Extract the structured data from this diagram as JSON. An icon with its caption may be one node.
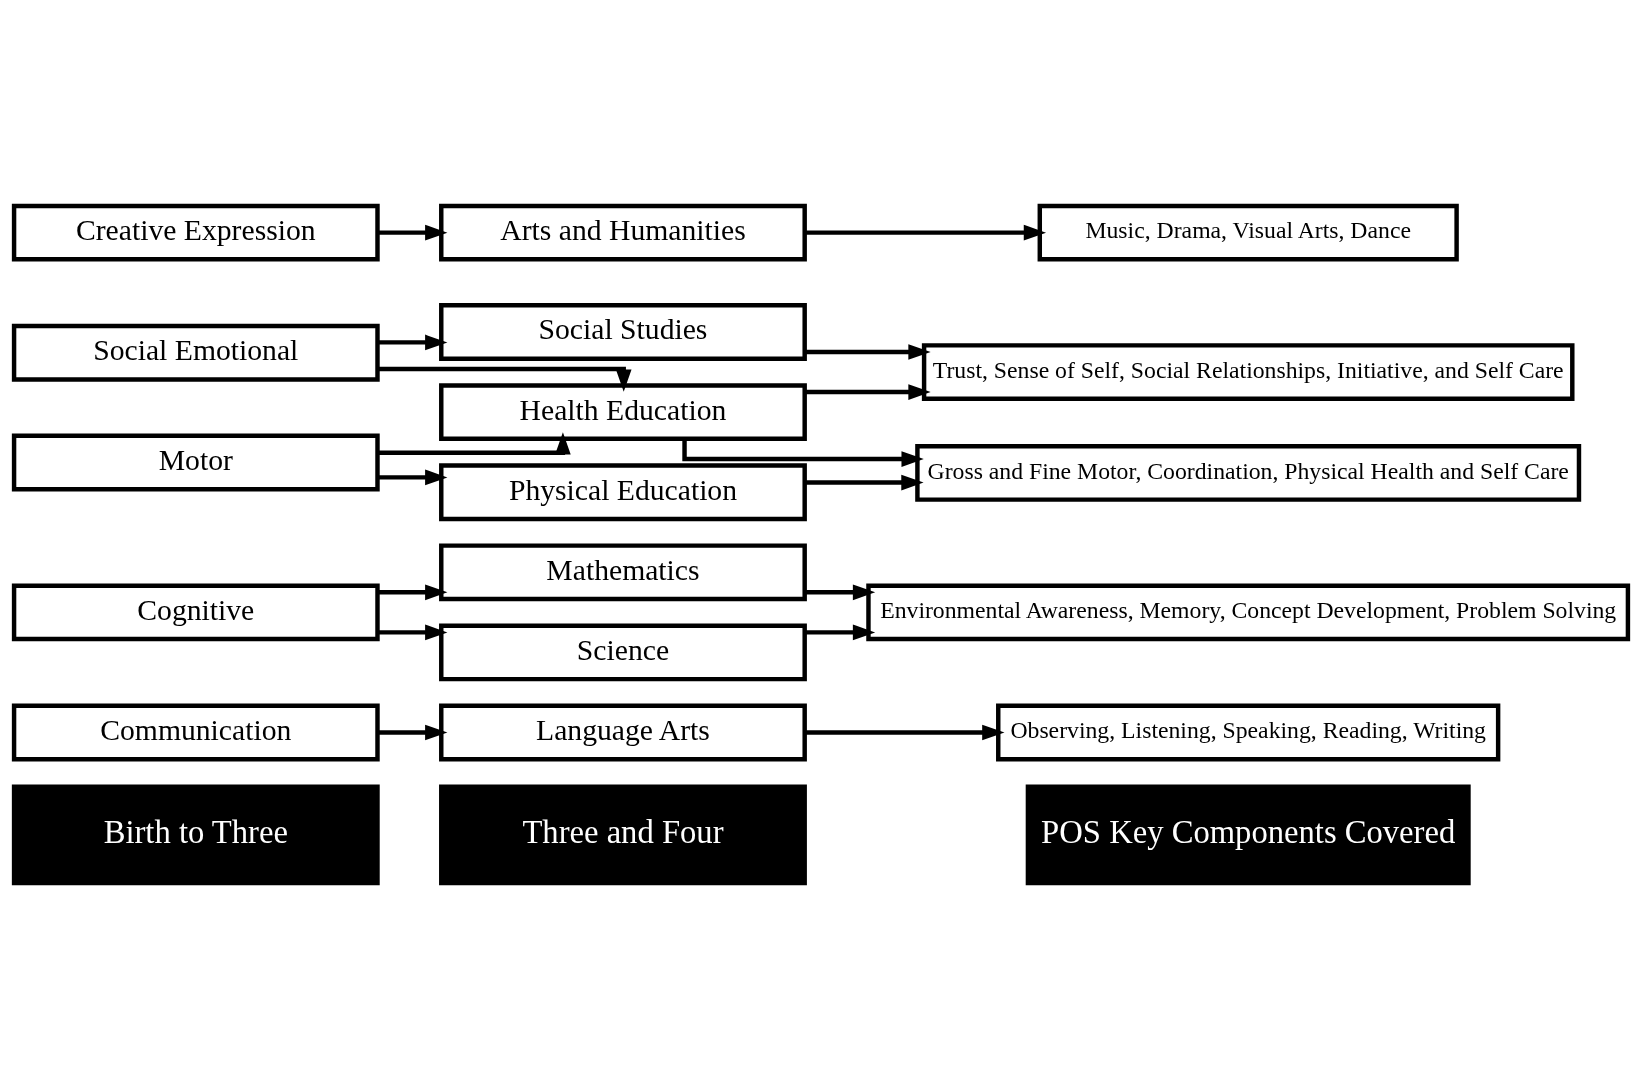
{
  "diagram": {
    "nodes": [
      {
        "text": [
          "Birth to Three"
        ]
      },
      {
        "text": [
          "Three and Four"
        ]
      },
      {
        "text": [
          "POS Key Components Covered"
        ]
      },
      {
        "text": [
          "Communication"
        ]
      },
      {
        "text": [
          "Language Arts"
        ]
      },
      {
        "text": [
          "Observing, Listening, Speaking, Reading, Writing"
        ]
      },
      {
        "text": [
          "Cognitive"
        ]
      },
      {
        "text": [
          "Mathematics"
        ]
      },
      {
        "text": [
          "Science"
        ]
      },
      {
        "text": [
          "Environmental Awareness, Memory, Concept Development, Problem Solving"
        ]
      },
      {
        "text": [
          "Social Emotional"
        ]
      },
      {
        "text": [
          "Social Studies"
        ]
      },
      {
        "text": [
          "Trust, Sense of Self, Social Relationships, Initiative, and Self Care"
        ]
      },
      {
        "text": [
          "Health Education"
        ]
      },
      {
        "text": [
          "Motor"
        ]
      },
      {
        "text": [
          "Physical Education"
        ]
      },
      {
        "text": [
          "Gross and Fine Motor, Coordination, Physical Health and Self Care"
        ]
      },
      {
        "text": [
          "Creative Expression"
        ]
      },
      {
        "text": [
          "Arts and Humanities"
        ]
      },
      {
        "text": [
          "Music, Drama, Visual Arts, Dance"
        ]
      }
    ],
    "edges": [
      {
        "from": 3,
        "to": 4,
        "arrow": "to"
      },
      {
        "from": 4,
        "to": 5,
        "arrow": "to"
      },
      {
        "from": 6,
        "to": 7,
        "arrow": "to"
      },
      {
        "from": 6,
        "to": 8,
        "arrow": "to"
      },
      {
        "from": 7,
        "to": 9,
        "arrow": "to"
      },
      {
        "from": 8,
        "to": 9,
        "arrow": "to"
      },
      {
        "from": 10,
        "to": 11,
        "arrow": "to"
      },
      {
        "from": 10,
        "to": 13,
        "arrow": "to"
      },
      {
        "from": 14,
        "to": 13,
        "arrow": "to"
      },
      {
        "from": 14,
        "to": 15,
        "arrow": "to"
      },
      {
        "from": 11,
        "to": 12,
        "arrow": "to"
      },
      {
        "from": 13,
        "to": 12,
        "arrow": "to"
      },
      {
        "from": 13,
        "to": 16,
        "arrow": "to"
      },
      {
        "from": 15,
        "to": 16,
        "arrow": "to"
      },
      {
        "from": 17,
        "to": 18,
        "arrow": "to"
      },
      {
        "from": 18,
        "to": 19,
        "arrow": "to"
      }
    ]
  }
}
